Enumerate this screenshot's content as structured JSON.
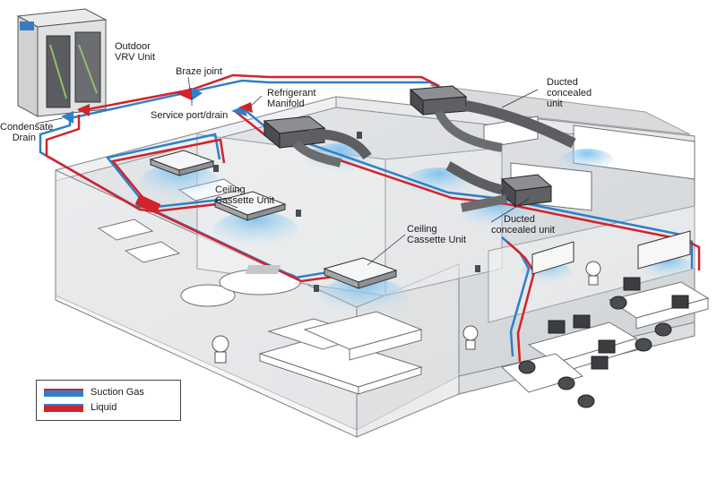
{
  "labels": {
    "outdoor_unit": [
      "Outdoor",
      "VRV Unit"
    ],
    "braze_joint": "Braze joint",
    "service_port": "Service port",
    "drain": "drain",
    "refrigerant_manifold": [
      "Refrigerant",
      "Manifold"
    ],
    "condensate_drain": [
      "Condensate",
      "Drain"
    ],
    "ducted_top": [
      "Ducted",
      "concealed",
      "unit"
    ],
    "ducted_mid": [
      "Ducted",
      "concealed unit"
    ],
    "cassette_left": [
      "Ceiling",
      "Cassette Unit"
    ],
    "cassette_right": [
      "Ceiling",
      "Cassette Unit"
    ]
  },
  "legend": {
    "suction": "Suction Gas",
    "liquid": "Liquid"
  },
  "colors": {
    "suction": "#2f7fc8",
    "liquid": "#d2232a",
    "airflow": "#9fd0ee",
    "wall": "#e4e6e8",
    "floor": "#d6d8da"
  }
}
